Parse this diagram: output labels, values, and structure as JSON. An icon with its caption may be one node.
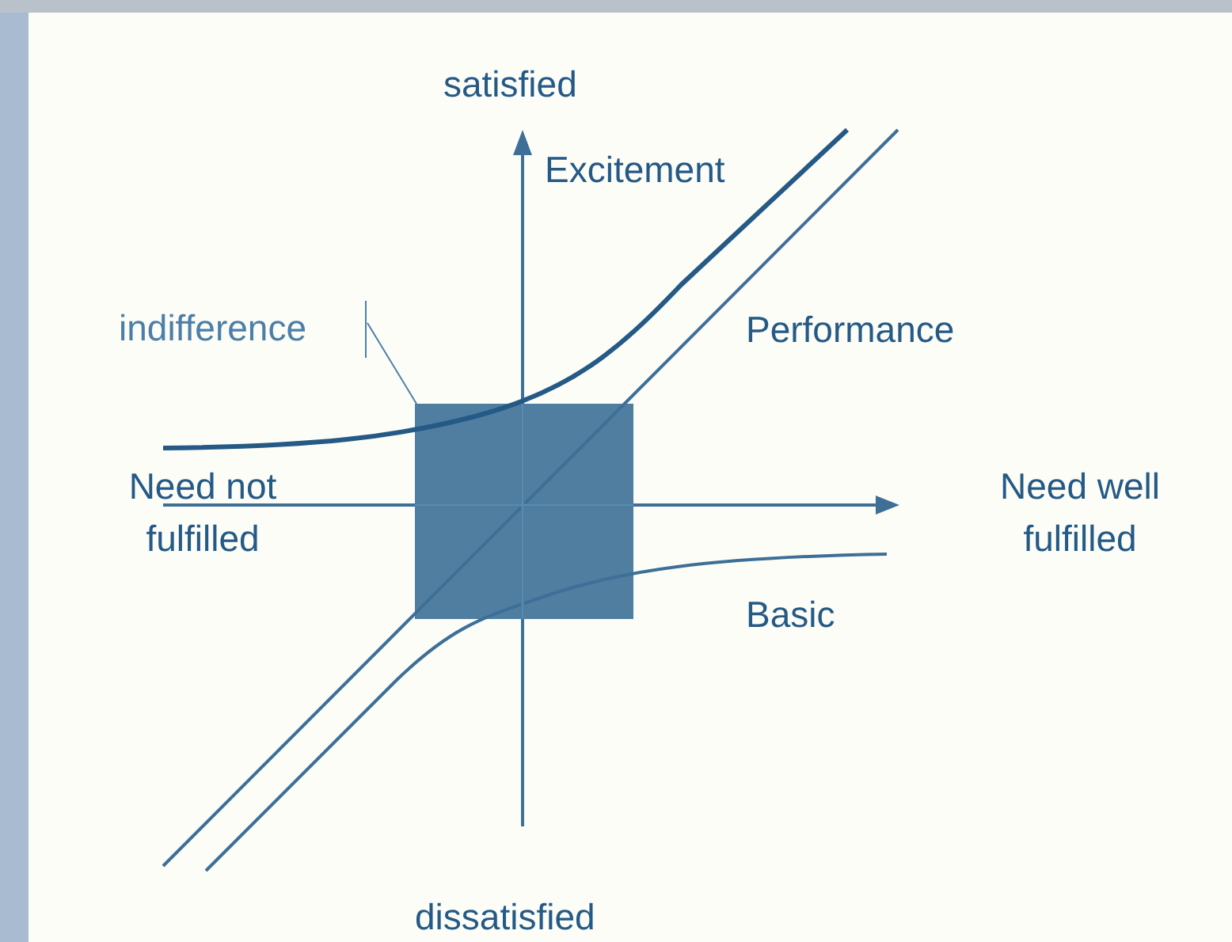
{
  "diagram": {
    "nodes": [
      {
        "text": [
          "indifference"
        ]
      },
      {
        "text": [],
        "shape": "box"
      }
    ],
    "edges": [
      {
        "from": 0,
        "to": 1,
        "arrow": "none"
      }
    ],
    "labels": [
      "satisfied",
      "Excitement",
      "Performance",
      "Need not fulfilled",
      "Need well fulfilled",
      "Basic",
      "dissatisfied"
    ]
  }
}
